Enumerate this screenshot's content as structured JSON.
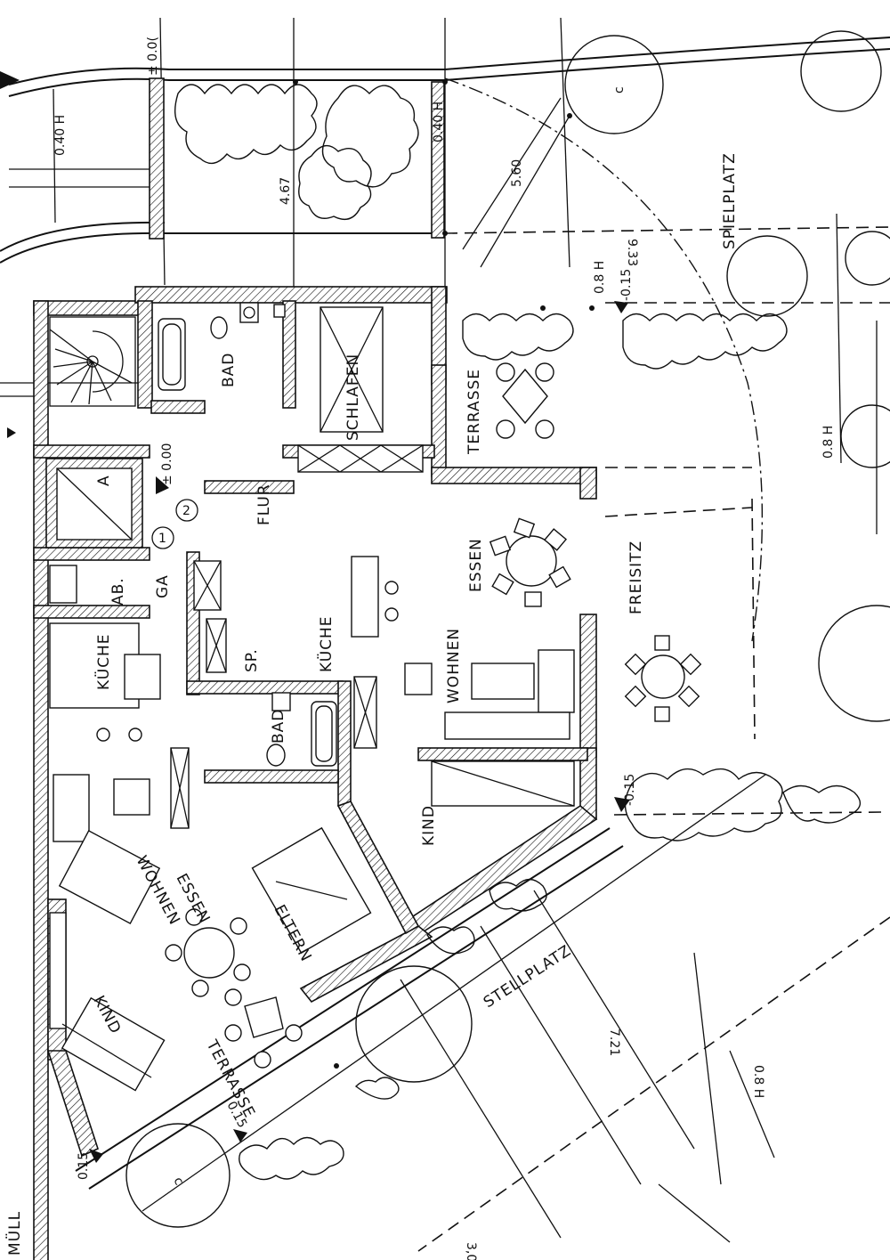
{
  "plan": {
    "rooms": {
      "bad_top": "BAD",
      "schlafen": "SCHLAFEN",
      "terrasse_top": "TERRASSE",
      "flur": "FLUR",
      "essen_main": "ESSEN",
      "kueche_main": "KÜCHE",
      "wohnen_main": "WOHNEN",
      "sp": "SP.",
      "bad_mid": "BAD",
      "kind_main": "KIND",
      "freisitz": "FREISITZ",
      "spielplatz": "SPIELPLATZ",
      "stellplatz": "STELLPLATZ",
      "ab": "AB.",
      "ga": "GA",
      "kueche_left": "KÜCHE",
      "wohnen_left": "WOHNEN",
      "essen_left": "ESSEN",
      "eltern": "ELTERN",
      "kind_left": "KIND",
      "terrasse_bottom": "TERRASSE",
      "muell": "MÜLL",
      "a_box": "A",
      "marker_1": "1",
      "marker_2": "2"
    },
    "levels": {
      "top_zero": "± 0.0(",
      "entry_zero": "± 0.00",
      "terrace_level": "-0.15",
      "freisitz_level": "-0.15",
      "muell_level": "0.15",
      "terrasse_bottom_level": "0.15"
    },
    "dimensions": {
      "h040_left": "0.40 H",
      "d467": "4.67",
      "h040_right": "0.40 H",
      "d560": "5.60",
      "d933": "9.33",
      "h08_top": "0.8 H",
      "h08_right": "0.8 H",
      "h08_bottom": "0.8 H",
      "d721": "7.21",
      "bottom_cut": "3,0"
    },
    "tree_labels": {
      "c_top": "c",
      "c_bottom": "c"
    }
  }
}
